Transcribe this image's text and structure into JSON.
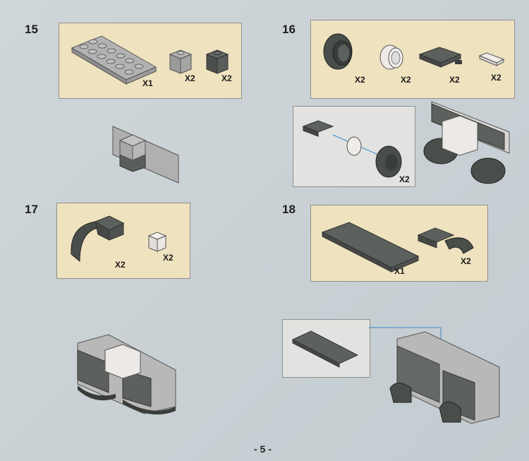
{
  "page_number": "- 5 -",
  "steps": [
    {
      "number": "15",
      "parts": [
        {
          "name": "light-grey-plate-2x6",
          "qty": "X1"
        },
        {
          "name": "light-grey-brick-1x1",
          "qty": "X2"
        },
        {
          "name": "dark-grey-brick-1x1",
          "qty": "X2"
        }
      ]
    },
    {
      "number": "16",
      "parts": [
        {
          "name": "dark-grey-tire",
          "qty": "X2"
        },
        {
          "name": "white-wheel-rim",
          "qty": "X2"
        },
        {
          "name": "dark-grey-plate-2x2-with-pin",
          "qty": "X2"
        },
        {
          "name": "white-tile-1x2",
          "qty": "X2"
        }
      ],
      "sub_qty": "X2"
    },
    {
      "number": "17",
      "parts": [
        {
          "name": "dark-grey-mudguard-arch",
          "qty": "X2"
        },
        {
          "name": "white-brick-1x1",
          "qty": "X2"
        }
      ]
    },
    {
      "number": "18",
      "parts": [
        {
          "name": "dark-grey-plate-2x6",
          "qty": "X1"
        },
        {
          "name": "dark-grey-plate-with-clip",
          "qty": "X2"
        }
      ]
    }
  ],
  "colors": {
    "background": "#c9d1d5",
    "parts_box": "#efe2bf",
    "light_grey": "#a9a9a9",
    "dark_grey": "#5a5e5a",
    "white": "#ece9e6"
  }
}
